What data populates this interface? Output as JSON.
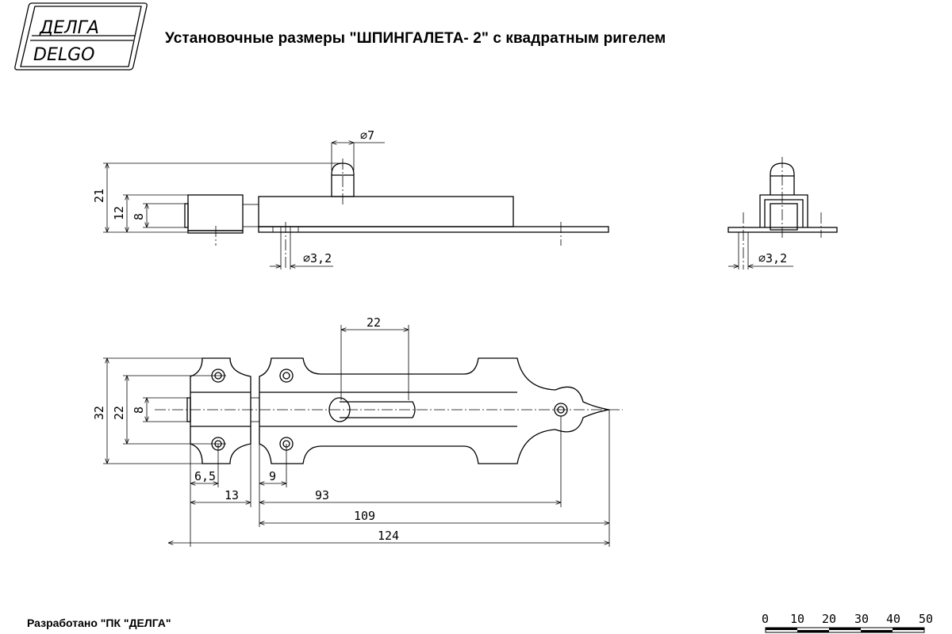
{
  "logo": {
    "line1": "ДЕЛГА",
    "line2": "DELGO"
  },
  "title": "Установочные размеры \"ШПИНГАЛЕТА- 2\"  с квадратным ригелем",
  "footer": "Разработано \"ПК \"ДЕЛГА\"",
  "side_view": {
    "dims": {
      "knob_diameter": "⌀7",
      "height_total": "21",
      "height_keeper": "12",
      "bolt": "8",
      "hole": "⌀3,2"
    }
  },
  "end_view": {
    "dims": {
      "hole": "⌀3,2"
    }
  },
  "plan_view": {
    "dims": {
      "slot": "22",
      "width": "32",
      "hole_spacing": "22",
      "bolt": "8",
      "keeper_hole": "6,5",
      "plate_hole": "9",
      "keeper_len": "13",
      "hole_to_hole": "93",
      "plate_len": "109",
      "total_len": "124"
    }
  },
  "scale_bar": {
    "labels": [
      "0",
      "10",
      "20",
      "30",
      "40",
      "50"
    ]
  }
}
